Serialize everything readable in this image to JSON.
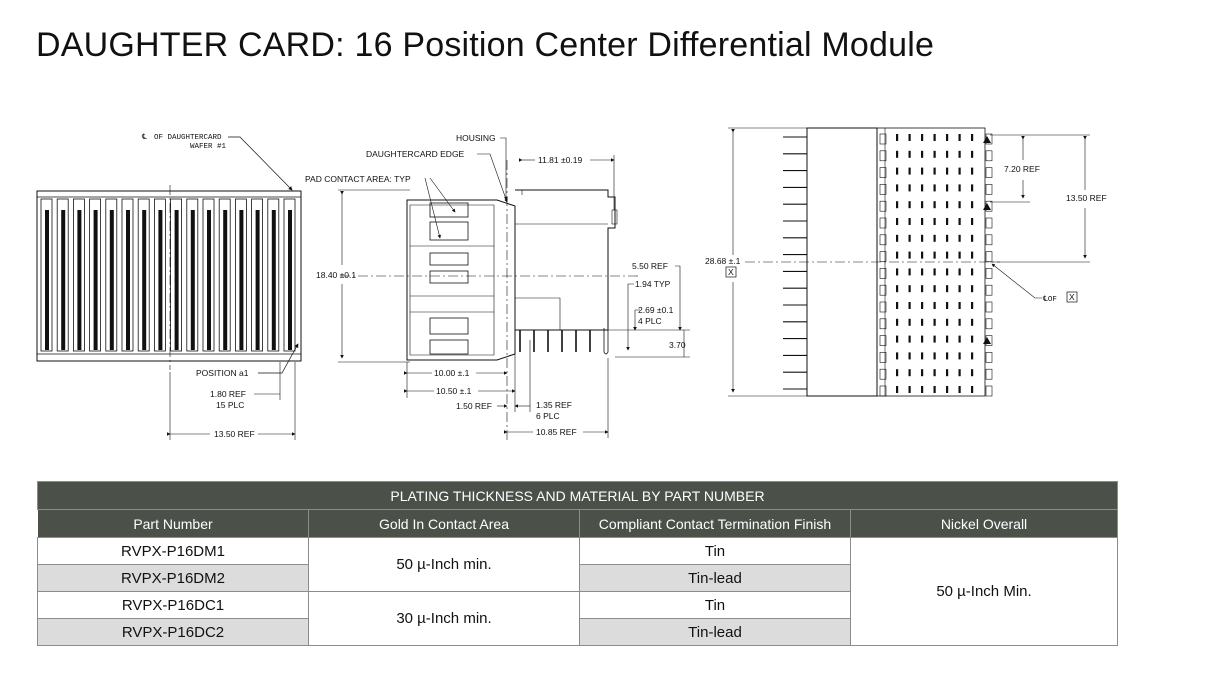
{
  "title": "DAUGHTER CARD: 16 Position Center Differential Module",
  "drawing": {
    "left_view": {
      "cl_label_line1": "OF DAUGHTERCARD",
      "cl_label_line2": "WAFER #1",
      "cl_symbol": "℄",
      "position": "POSITION a1",
      "pitch_line1": "1.80 REF",
      "pitch_line2": "15 PLC",
      "width": "13.50 REF"
    },
    "middle_view": {
      "housing": "HOUSING",
      "dc_edge": "DAUGHTERCARD EDGE",
      "pad_area": "PAD CONTACT AREA: TYP",
      "dim_1181": "11.81 ±0.19",
      "dim_1840": "18.40 ±0.1",
      "dim_550": "5.50 REF",
      "dim_194": "1.94 TYP",
      "dim_269_line1": "2.69 ±0.1",
      "dim_269_line2": "4 PLC",
      "dim_370": "3.70",
      "dim_1000": "10.00 ±.1",
      "dim_1050": "10.50 ±.1",
      "dim_150": "1.50 REF",
      "dim_135_line1": "1.35 REF",
      "dim_135_line2": "6 PLC",
      "dim_1085": "10.85 REF"
    },
    "right_view": {
      "dim_720": "7.20 REF",
      "dim_1350": "13.50 REF",
      "dim_2868": "28.68 ±.1",
      "datum_x": "X",
      "cl_of": "℄OF",
      "datum_x2": "X"
    }
  },
  "table": {
    "caption": "PLATING THICKNESS AND MATERIAL BY PART NUMBER",
    "headers": [
      "Part Number",
      "Gold In Contact Area",
      "Compliant Contact Termination Finish",
      "Nickel Overall"
    ],
    "rows": [
      {
        "part": "RVPX-P16DM1",
        "finish": "Tin"
      },
      {
        "part": "RVPX-P16DM2",
        "finish": "Tin-lead"
      },
      {
        "part": "RVPX-P16DC1",
        "finish": "Tin"
      },
      {
        "part": "RVPX-P16DC2",
        "finish": "Tin-lead"
      }
    ],
    "gold_dm": "50 µ-Inch min.",
    "gold_dc": "30 µ-Inch min.",
    "nickel": "50 µ-Inch Min."
  }
}
